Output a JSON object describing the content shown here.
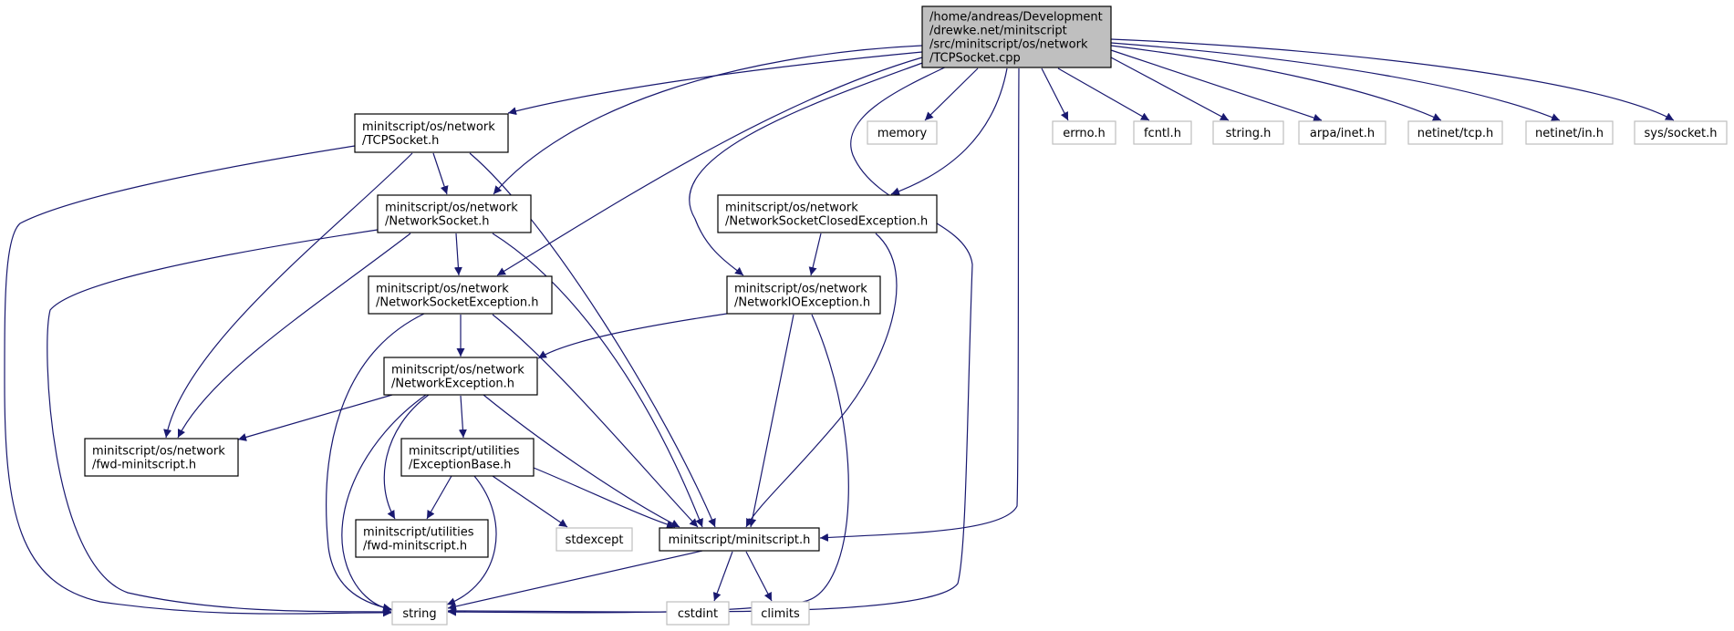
{
  "diagram": {
    "nodes": [
      {
        "id": "root",
        "lines": [
          "/home/andreas/Development",
          "/drewke.net/minitscript",
          "/src/minitscript/os/network",
          "/TCPSocket.cpp"
        ],
        "style": "root"
      },
      {
        "id": "tcpsocket_h",
        "lines": [
          "minitscript/os/network",
          "/TCPSocket.h"
        ],
        "style": "local"
      },
      {
        "id": "networksocket_h",
        "lines": [
          "minitscript/os/network",
          "/NetworkSocket.h"
        ],
        "style": "local"
      },
      {
        "id": "networksocketexception_h",
        "lines": [
          "minitscript/os/network",
          "/NetworkSocketException.h"
        ],
        "style": "local"
      },
      {
        "id": "networkexception_h",
        "lines": [
          "minitscript/os/network",
          "/NetworkException.h"
        ],
        "style": "local"
      },
      {
        "id": "os_fwd_minitscript_h",
        "lines": [
          "minitscript/os/network",
          "/fwd-minitscript.h"
        ],
        "style": "local"
      },
      {
        "id": "exceptionbase_h",
        "lines": [
          "minitscript/utilities",
          "/ExceptionBase.h"
        ],
        "style": "local"
      },
      {
        "id": "util_fwd_minitscript_h",
        "lines": [
          "minitscript/utilities",
          "/fwd-minitscript.h"
        ],
        "style": "local"
      },
      {
        "id": "minitscript_h",
        "lines": [
          "minitscript/minitscript.h"
        ],
        "style": "local"
      },
      {
        "id": "networksocketclosedexception_h",
        "lines": [
          "minitscript/os/network",
          "/NetworkSocketClosedException.h"
        ],
        "style": "local"
      },
      {
        "id": "networkioexception_h",
        "lines": [
          "minitscript/os/network",
          "/NetworkIOException.h"
        ],
        "style": "local"
      },
      {
        "id": "memory",
        "lines": [
          "memory"
        ],
        "style": "system"
      },
      {
        "id": "errno_h",
        "lines": [
          "errno.h"
        ],
        "style": "system"
      },
      {
        "id": "fcntl_h",
        "lines": [
          "fcntl.h"
        ],
        "style": "system"
      },
      {
        "id": "string_h",
        "lines": [
          "string.h"
        ],
        "style": "system"
      },
      {
        "id": "arpa_inet_h",
        "lines": [
          "arpa/inet.h"
        ],
        "style": "system"
      },
      {
        "id": "netinet_tcp_h",
        "lines": [
          "netinet/tcp.h"
        ],
        "style": "system"
      },
      {
        "id": "netinet_in_h",
        "lines": [
          "netinet/in.h"
        ],
        "style": "system"
      },
      {
        "id": "sys_socket_h",
        "lines": [
          "sys/socket.h"
        ],
        "style": "system"
      },
      {
        "id": "stdexcept",
        "lines": [
          "stdexcept"
        ],
        "style": "system"
      },
      {
        "id": "string",
        "lines": [
          "string"
        ],
        "style": "system"
      },
      {
        "id": "cstdint",
        "lines": [
          "cstdint"
        ],
        "style": "system"
      },
      {
        "id": "climits",
        "lines": [
          "climits"
        ],
        "style": "system"
      }
    ],
    "edges": [
      {
        "from": "root",
        "to": "tcpsocket_h"
      },
      {
        "from": "root",
        "to": "networksocket_h"
      },
      {
        "from": "root",
        "to": "networksocketexception_h"
      },
      {
        "from": "root",
        "to": "networkioexception_h"
      },
      {
        "from": "root",
        "to": "string"
      },
      {
        "from": "root",
        "to": "memory"
      },
      {
        "from": "root",
        "to": "networksocketclosedexception_h"
      },
      {
        "from": "root",
        "to": "minitscript_h"
      },
      {
        "from": "root",
        "to": "errno_h"
      },
      {
        "from": "root",
        "to": "fcntl_h"
      },
      {
        "from": "root",
        "to": "string_h"
      },
      {
        "from": "root",
        "to": "arpa_inet_h"
      },
      {
        "from": "root",
        "to": "netinet_tcp_h"
      },
      {
        "from": "root",
        "to": "netinet_in_h"
      },
      {
        "from": "root",
        "to": "sys_socket_h"
      },
      {
        "from": "tcpsocket_h",
        "to": "string"
      },
      {
        "from": "tcpsocket_h",
        "to": "os_fwd_minitscript_h"
      },
      {
        "from": "tcpsocket_h",
        "to": "networksocket_h"
      },
      {
        "from": "tcpsocket_h",
        "to": "minitscript_h"
      },
      {
        "from": "networksocket_h",
        "to": "string"
      },
      {
        "from": "networksocket_h",
        "to": "os_fwd_minitscript_h"
      },
      {
        "from": "networksocket_h",
        "to": "networksocketexception_h"
      },
      {
        "from": "networksocket_h",
        "to": "minitscript_h"
      },
      {
        "from": "networksocketexception_h",
        "to": "string"
      },
      {
        "from": "networksocketexception_h",
        "to": "networkexception_h"
      },
      {
        "from": "networksocketexception_h",
        "to": "minitscript_h"
      },
      {
        "from": "networkexception_h",
        "to": "os_fwd_minitscript_h"
      },
      {
        "from": "networkexception_h",
        "to": "string"
      },
      {
        "from": "networkexception_h",
        "to": "util_fwd_minitscript_h"
      },
      {
        "from": "networkexception_h",
        "to": "exceptionbase_h"
      },
      {
        "from": "networkexception_h",
        "to": "minitscript_h"
      },
      {
        "from": "exceptionbase_h",
        "to": "util_fwd_minitscript_h"
      },
      {
        "from": "exceptionbase_h",
        "to": "string"
      },
      {
        "from": "exceptionbase_h",
        "to": "stdexcept"
      },
      {
        "from": "exceptionbase_h",
        "to": "minitscript_h"
      },
      {
        "from": "minitscript_h",
        "to": "string"
      },
      {
        "from": "minitscript_h",
        "to": "cstdint"
      },
      {
        "from": "minitscript_h",
        "to": "climits"
      },
      {
        "from": "networksocketclosedexception_h",
        "to": "networkioexception_h"
      },
      {
        "from": "networksocketclosedexception_h",
        "to": "minitscript_h"
      },
      {
        "from": "networkioexception_h",
        "to": "networkexception_h"
      },
      {
        "from": "networkioexception_h",
        "to": "minitscript_h"
      },
      {
        "from": "networkioexception_h",
        "to": "string"
      }
    ],
    "colors": {
      "edge": "#191970",
      "local_border": "#000000",
      "system_border": "#bfbfbf",
      "root_fill": "#bfbfbf",
      "background": "#ffffff"
    }
  }
}
